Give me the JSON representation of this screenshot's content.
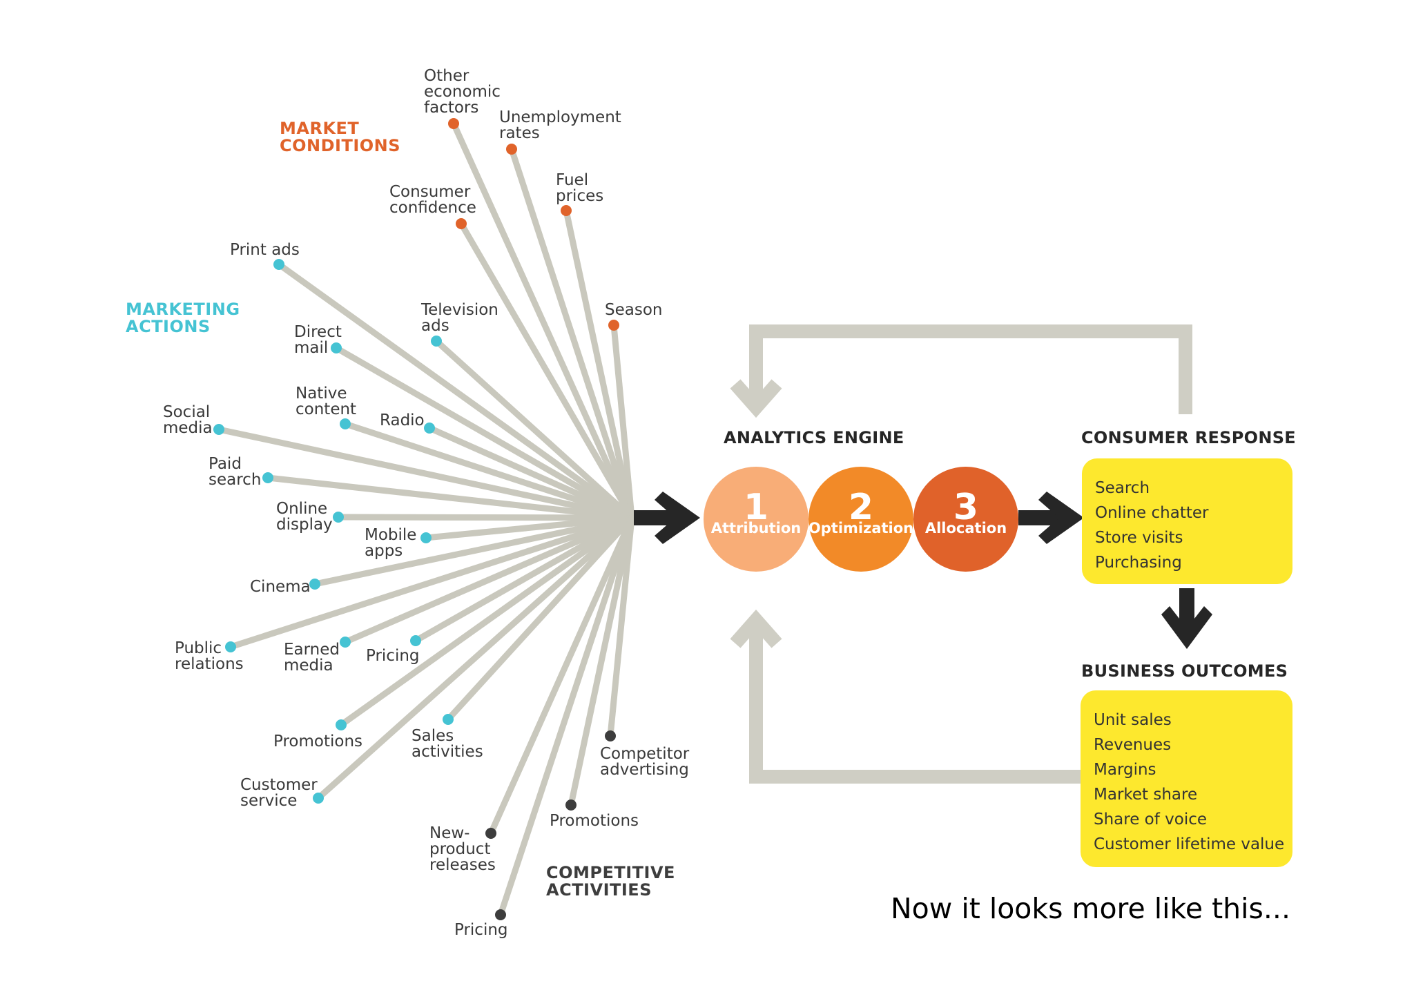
{
  "colors": {
    "market": "#e0632a",
    "marketing": "#45c3d3",
    "competitive": "#3d3d3d",
    "ray": "#c9c8bd",
    "loop": "#cfcec4",
    "box": "#fde82e",
    "step1": "#f8ad77",
    "step2": "#f28a28",
    "step3": "#e0622a",
    "arrow": "#262626"
  },
  "categories": {
    "market": [
      "MARKET",
      "CONDITIONS"
    ],
    "marketing": [
      "MARKETING",
      "ACTIONS"
    ],
    "competitive": [
      "COMPETITIVE",
      "ACTIVITIES"
    ]
  },
  "factors": {
    "market": [
      [
        "Other",
        "economic",
        "factors"
      ],
      [
        "Unemployment",
        "rates"
      ],
      [
        "Fuel",
        "prices"
      ],
      [
        "Consumer",
        "confidence"
      ],
      [
        "Season"
      ]
    ],
    "marketing": [
      [
        "Print ads"
      ],
      [
        "Television",
        "ads"
      ],
      [
        "Direct",
        "mail"
      ],
      [
        "Native",
        "content"
      ],
      [
        "Radio"
      ],
      [
        "Social",
        "media"
      ],
      [
        "Paid",
        "search"
      ],
      [
        "Online",
        "display"
      ],
      [
        "Mobile",
        "apps"
      ],
      [
        "Cinema"
      ],
      [
        "Public",
        "relations"
      ],
      [
        "Earned",
        "media"
      ],
      [
        "Pricing"
      ],
      [
        "Promotions"
      ],
      [
        "Sales",
        "activities"
      ],
      [
        "Customer",
        "service"
      ]
    ],
    "competitive": [
      [
        "Competitor",
        "advertising"
      ],
      [
        "Promotions"
      ],
      [
        "New-",
        "product",
        "releases"
      ],
      [
        "Pricing"
      ]
    ]
  },
  "engine": {
    "title": "ANALYTICS ENGINE",
    "steps": [
      {
        "num": "1",
        "label": "Attribution"
      },
      {
        "num": "2",
        "label": "Optimization"
      },
      {
        "num": "3",
        "label": "Allocation"
      }
    ]
  },
  "consumer_response": {
    "title": "CONSUMER RESPONSE",
    "items": [
      "Search",
      "Online chatter",
      "Store visits",
      "Purchasing"
    ]
  },
  "business_outcomes": {
    "title": "BUSINESS OUTCOMES",
    "items": [
      "Unit sales",
      "Revenues",
      "Margins",
      "Market share",
      "Share of voice",
      "Customer lifetime value"
    ]
  },
  "caption": "Now it looks more like this..."
}
